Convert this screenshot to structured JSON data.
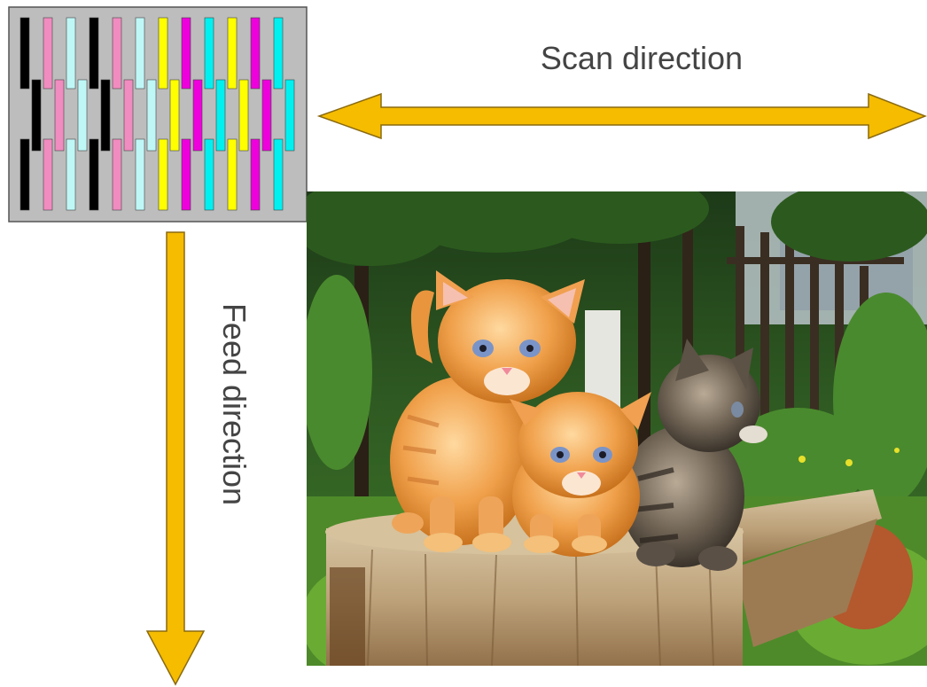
{
  "scan_label": "Scan direction",
  "feed_label": "Feed direction",
  "colors": {
    "arrow_fill": "#f5bc00",
    "arrow_stroke": "#8a6a10",
    "printhead_bg": "#bdbdbd",
    "printhead_border": "#555555",
    "nozzle_black": "#000000",
    "nozzle_pink": "#f08cc0",
    "nozzle_light_cyan": "#bff7f7",
    "nozzle_yellow": "#ffff00",
    "nozzle_magenta": "#ee00dd",
    "nozzle_cyan": "#00f0f0"
  },
  "printhead": {
    "nozzle_colors": [
      "black",
      "pink",
      "light-cyan",
      "black",
      "pink",
      "light-cyan",
      "yellow",
      "magenta",
      "cyan",
      "yellow",
      "magenta",
      "cyan"
    ],
    "rows": 3
  },
  "photo": {
    "subject": "three kittens sitting on a tree stump in a garden"
  }
}
